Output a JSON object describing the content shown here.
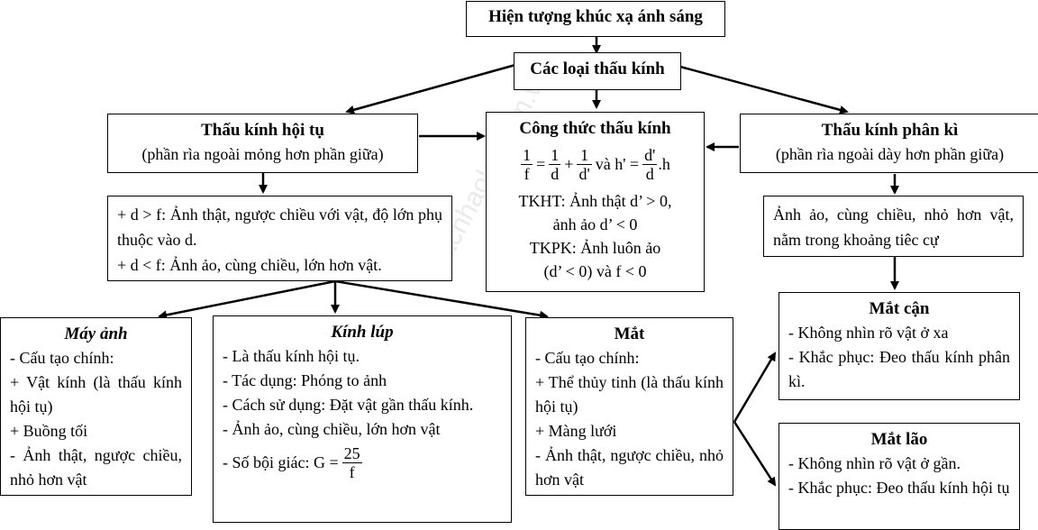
{
  "root": {
    "title": "Hiện tượng khúc xạ ánh sáng"
  },
  "types": {
    "title": "Các loại thấu kính"
  },
  "converging": {
    "title": "Thấu kính hội tụ",
    "subtitle": "(phần rìa ngoài mỏng hơn phần giữa)",
    "properties": [
      "+ d > f: Ảnh thật, ngược chiều với vật, độ lớn phụ thuộc vào d.",
      "+ d < f: Ảnh ảo, cùng chiều, lớn hơn vật."
    ]
  },
  "formula": {
    "title": "Công thức thấu kính",
    "lens_eq": {
      "lhs_num": "1",
      "lhs_den": "f",
      "eq": "=",
      "a_num": "1",
      "a_den": "d",
      "plus": "+",
      "b_num": "1",
      "b_den": "d'"
    },
    "and_text": "và h' =",
    "mag": {
      "num": "d'",
      "den": "d",
      "suffix": ".h"
    },
    "lines": [
      "TKHT: Ảnh thật d’ > 0,",
      "ảnh ảo d’ < 0",
      "TKPK: Ảnh luôn ảo",
      "(d’ < 0) và f < 0"
    ]
  },
  "diverging": {
    "title": "Thấu kính phân kì",
    "subtitle": "(phần rìa ngoài dày hơn phần giữa)",
    "properties": "Ảnh ảo, cùng chiều, nhỏ hơn vật, nằm trong khoảng tiêc cự"
  },
  "camera": {
    "title": "Máy ảnh",
    "lines": [
      "- Cấu tạo chính:",
      "+ Vật kính (là thấu kính hội tụ)",
      "+ Buồng tối",
      "- Ảnh thật, ngược chiều, nhỏ hơn vật"
    ]
  },
  "magnifier": {
    "title": "Kính lúp",
    "lines": [
      "- Là thấu kính hội tụ.",
      "- Tác dụng: Phóng to ảnh",
      "- Cách sử dụng: Đặt vật gần thấu kính.",
      "- Ảnh ảo, cùng chiều, lớn hơn vật"
    ],
    "magnification_label": "- Số bội giác: G =",
    "magnification_num": "25",
    "magnification_den": "f"
  },
  "eye": {
    "title": "Mắt",
    "lines": [
      "- Cấu tạo chính:",
      "+ Thể thủy tinh (là thấu kính hội tụ)",
      "+ Màng lưới",
      "- Ảnh thật, ngược chiều, nhỏ hơn vật"
    ]
  },
  "myopia": {
    "title": "Mắt cận",
    "lines": [
      "- Không nhìn rõ vật ở xa",
      "- Khắc phục: Đeo thấu kính phân kì."
    ]
  },
  "presbyopia": {
    "title": "Mắt lão",
    "lines": [
      "- Không nhìn rõ vật ở gần.",
      "- Khắc phục: Đeo thấu kính hội tụ"
    ]
  },
  "watermark": "sachhaoke.com.vn"
}
